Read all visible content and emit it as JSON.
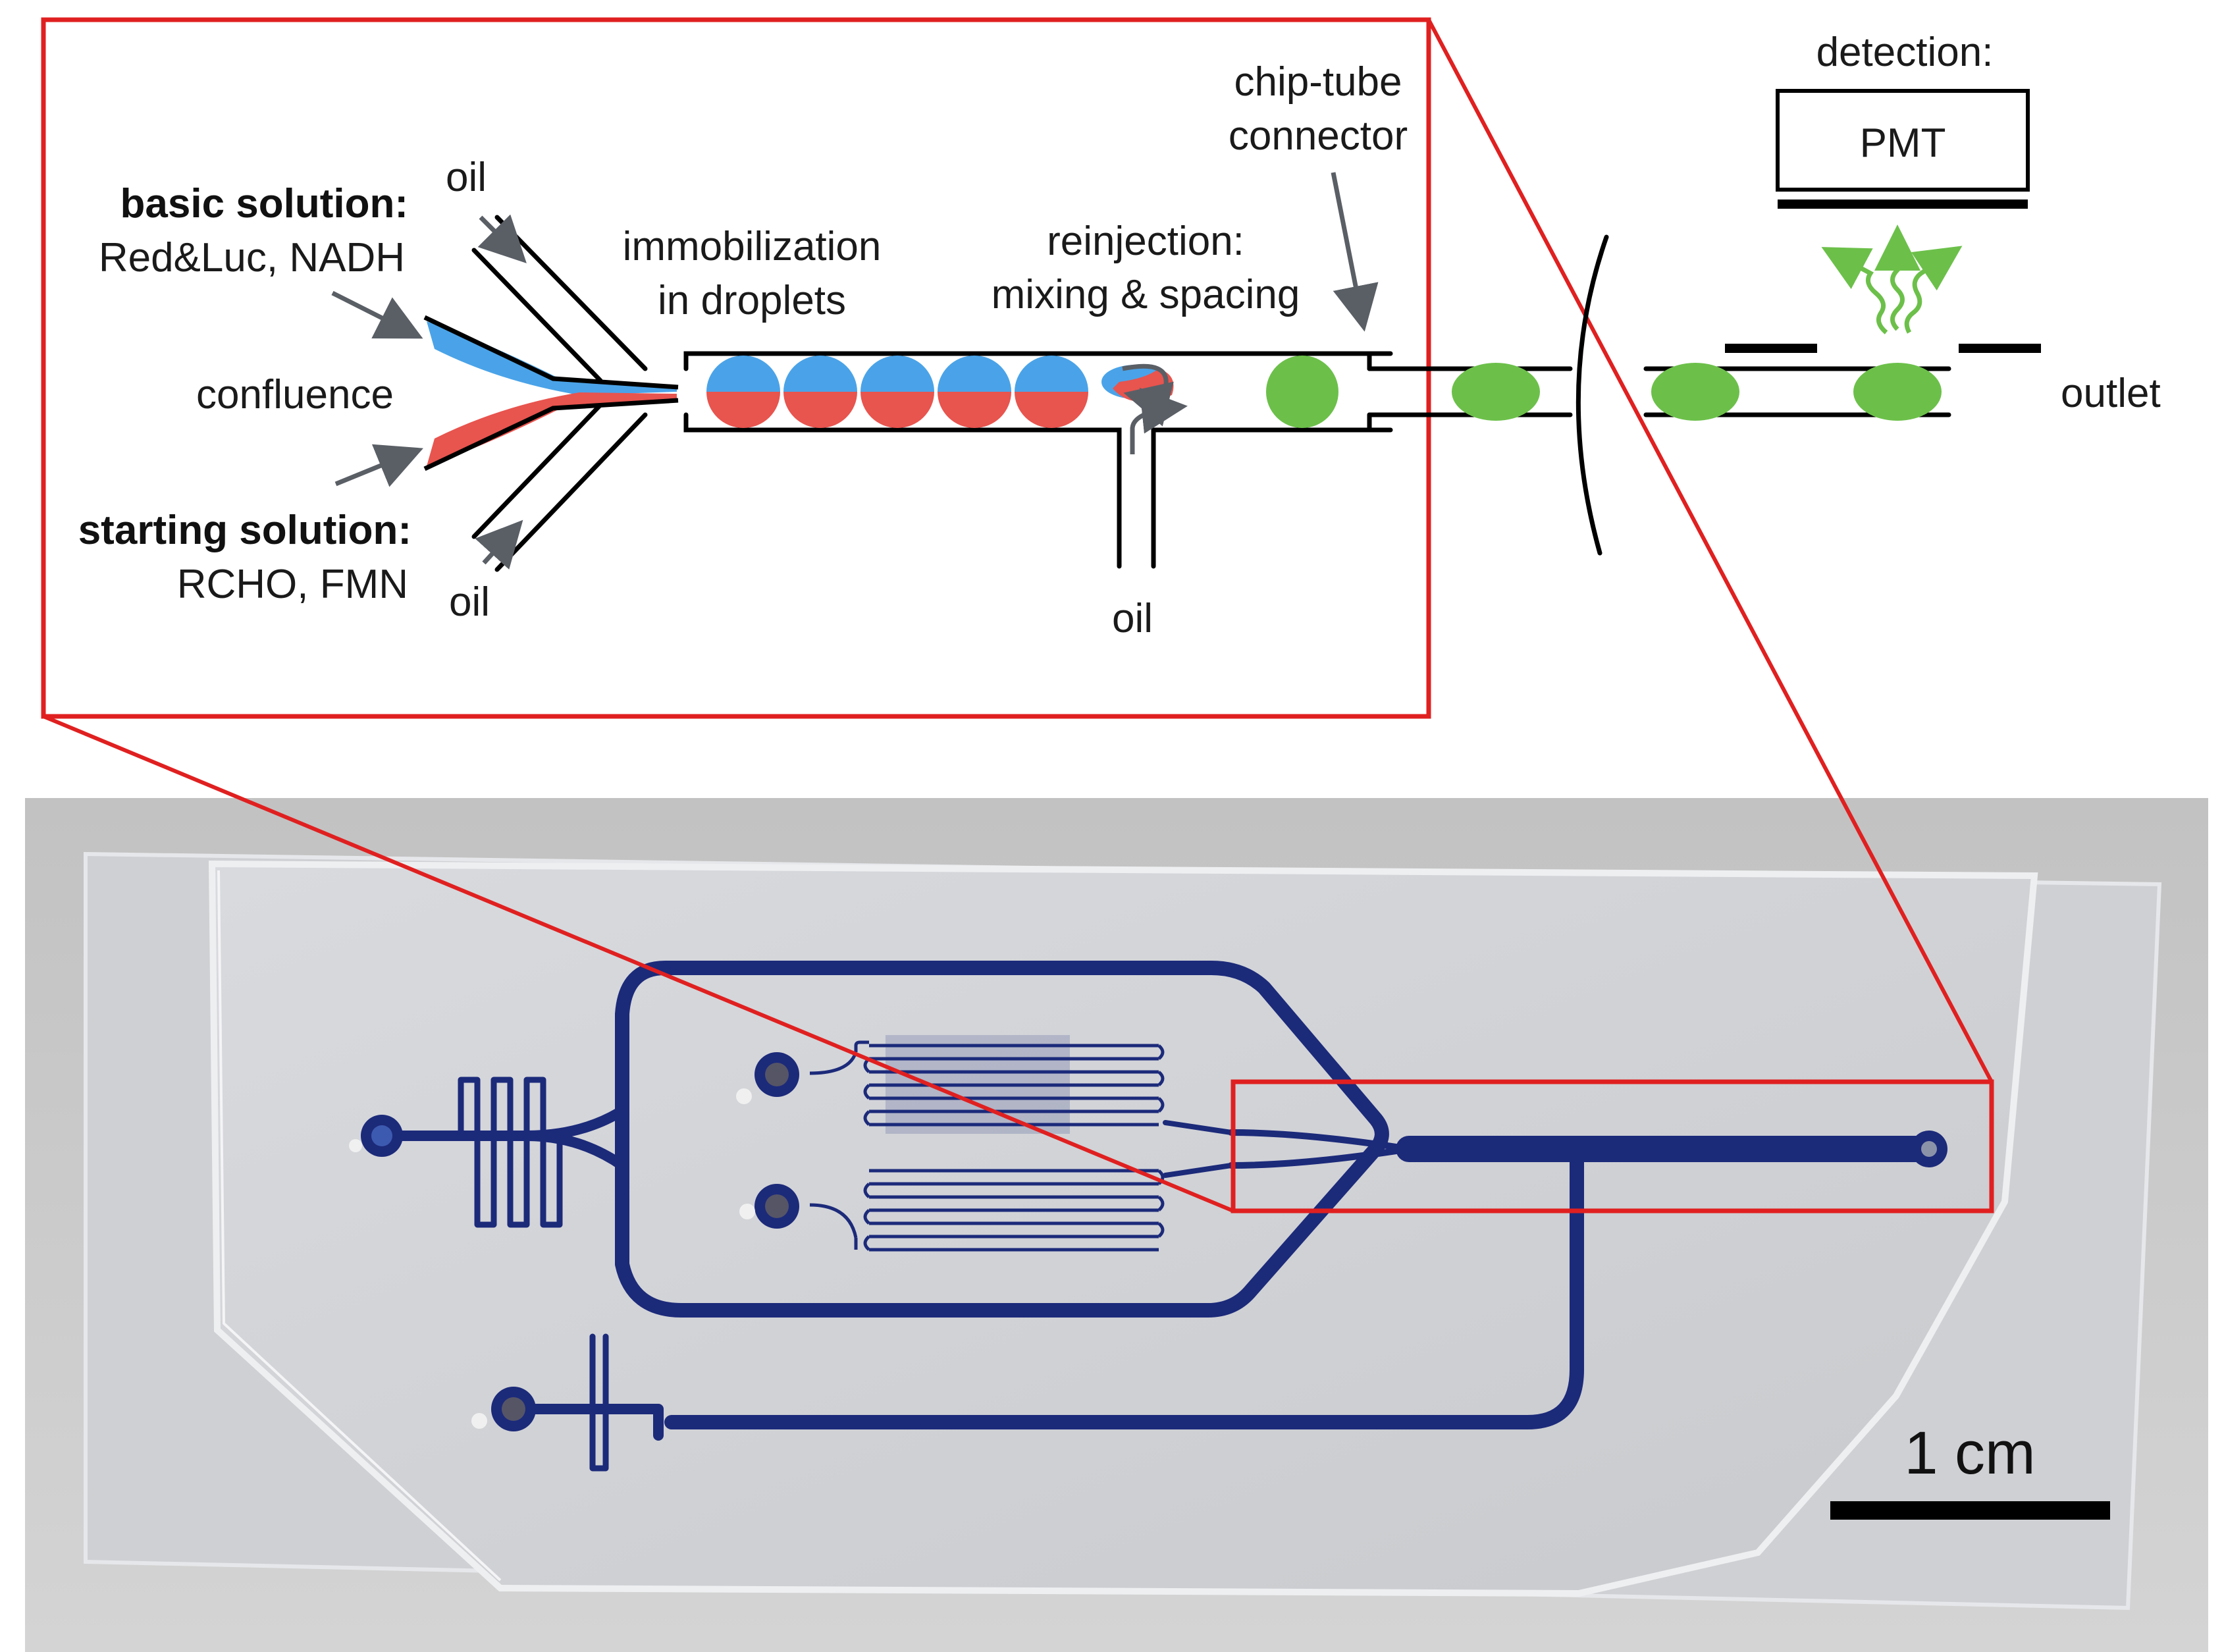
{
  "diagram": {
    "basic_solution": {
      "title": "basic solution:",
      "contents": "Red&Luc, NADH"
    },
    "starting_solution": {
      "title": "starting solution:",
      "contents": "RCHO, FMN"
    },
    "oil_top": "oil",
    "oil_bottom": "oil",
    "oil_reinjection": "oil",
    "confluence": "confluence",
    "immobilization": {
      "line1": "immobilization",
      "line2": "in droplets"
    },
    "reinjection": {
      "line1": "reinjection:",
      "line2": "mixing & spacing"
    },
    "connector": {
      "line1": "chip-tube",
      "line2": "connector"
    },
    "detection": {
      "title": "detection:",
      "detector": "PMT"
    },
    "outlet": "outlet"
  },
  "photo": {
    "scale_bar": "1 cm"
  },
  "colors": {
    "zoom_box": "#e02020",
    "basic_solution": "#4aa3e8",
    "starting_solution": "#e8544e",
    "product_droplet": "#6cc04a",
    "channel_dye": "#1c2a7a",
    "photo_background": "#c9c9c9",
    "arrow": "#5a5f66"
  }
}
